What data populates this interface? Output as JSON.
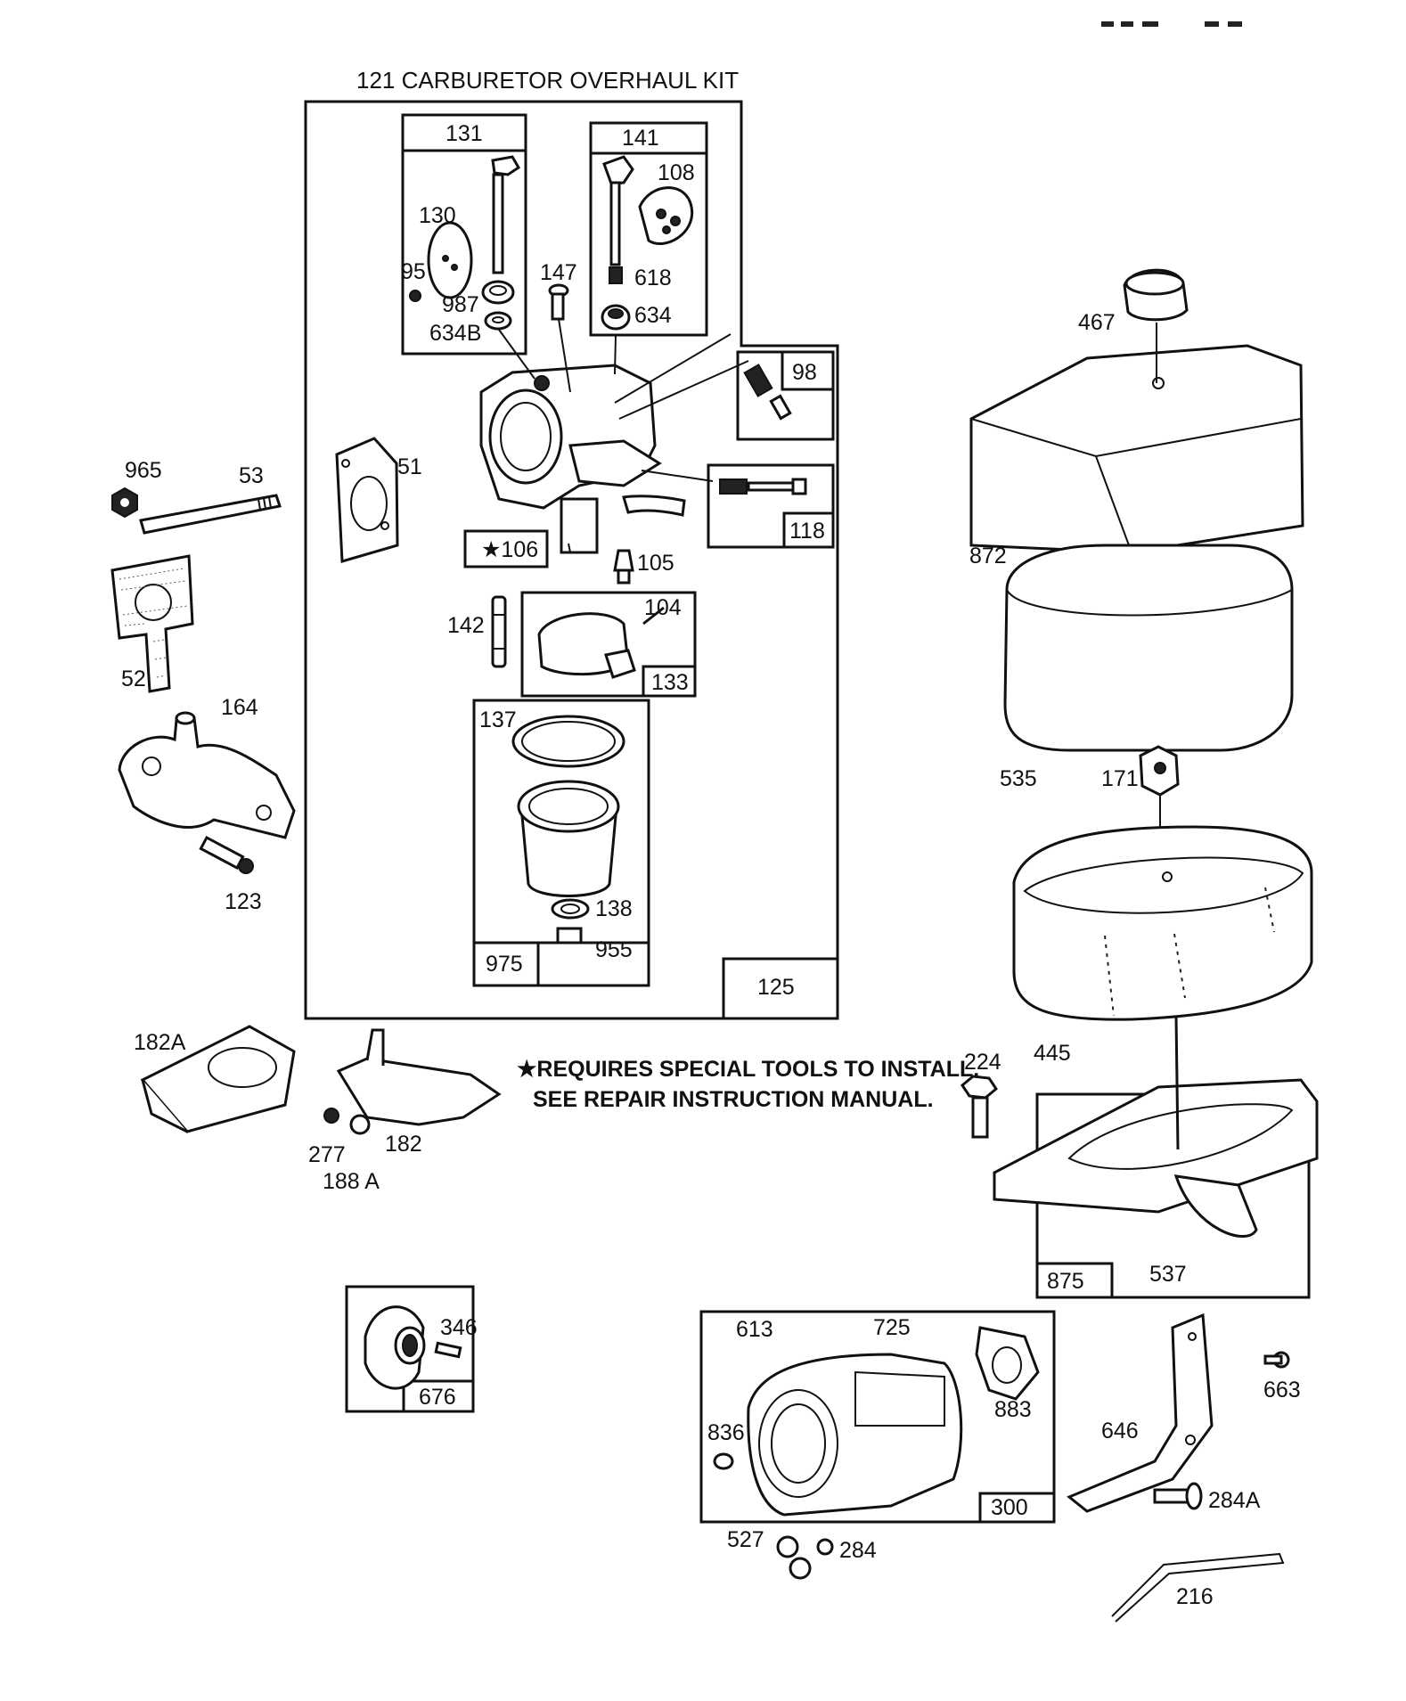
{
  "header": {
    "corner_mark": ""
  },
  "kit": {
    "title": "121 CARBURETOR OVERHAUL KIT"
  },
  "note": {
    "line1": "★REQUIRES SPECIAL TOOLS TO INSTALL.",
    "line2": "SEE REPAIR INSTRUCTION MANUAL."
  },
  "labels": {
    "p131": "131",
    "p141": "141",
    "p108": "108",
    "p130": "130",
    "p95": "95",
    "p987": "987",
    "p634B": "634B",
    "p147": "147",
    "p618": "618",
    "p634": "634",
    "p98": "98",
    "p51": "51",
    "p118": "118",
    "p106": "★106",
    "p105": "105",
    "p142": "142",
    "p104": "104",
    "p133": "133",
    "p137": "137",
    "p138": "138",
    "p975": "975",
    "p955": "955",
    "p125": "125",
    "p965": "965",
    "p53": "53",
    "p52": "52",
    "p164": "164",
    "p123": "123",
    "p182A": "182A",
    "p277": "277",
    "p182": "182",
    "p188A": "188 A",
    "p346": "346",
    "p676": "676",
    "p467": "467",
    "p872": "872",
    "p535": "535",
    "p171": "171",
    "p445": "445",
    "p224": "224",
    "p875": "875",
    "p537": "537",
    "p613": "613",
    "p725": "725",
    "p883": "883",
    "p836": "836",
    "p300": "300",
    "p527": "527",
    "p284": "284",
    "p663": "663",
    "p646": "646",
    "p284A": "284A",
    "p216": "216"
  }
}
